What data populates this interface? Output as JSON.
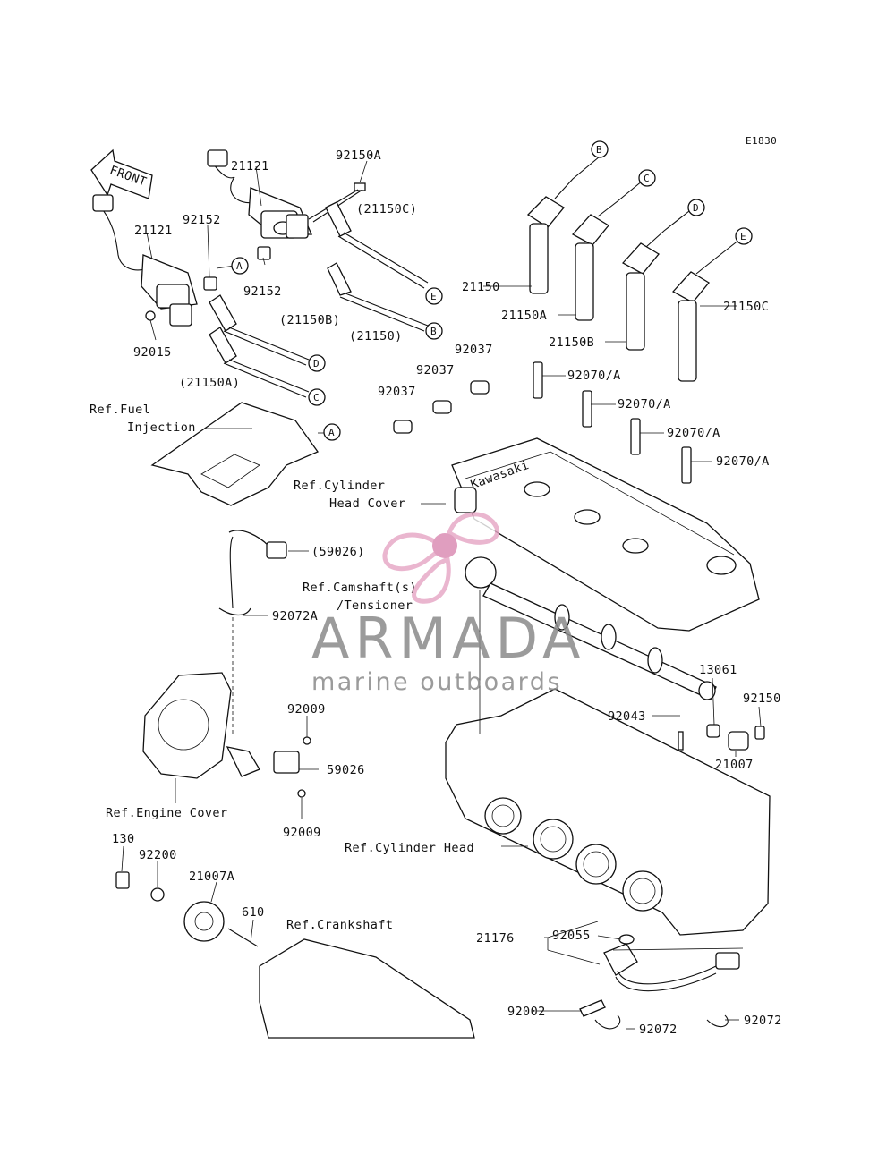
{
  "diagram": {
    "code": "E1830",
    "front_label": "FRONT",
    "labels": {
      "l21121a": "21121",
      "l21121b": "21121",
      "l92150a": "92150A",
      "l21150c_p": "(21150C)",
      "l92152a": "92152",
      "l92152b": "92152",
      "l21150b_p": "(21150B)",
      "l21150_p": "(21150)",
      "l92015": "92015",
      "l21150a_p": "(21150A)",
      "l21150": "21150",
      "l21150a": "21150A",
      "l21150b": "21150B",
      "l21150c": "21150C",
      "l92037a": "92037",
      "l92037b": "92037",
      "l92037c": "92037",
      "l92070a": "92070/A",
      "l92070b": "92070/A",
      "l92070c": "92070/A",
      "l92070d": "92070/A",
      "ref_fuel1": "Ref.Fuel",
      "ref_fuel2": "Injection",
      "ref_chc1": "Ref.Cylinder",
      "ref_chc2": "Head Cover",
      "l59026_p": "(59026)",
      "ref_cam1": "Ref.Camshaft(s)",
      "ref_cam2": "/Tensioner",
      "l92072a": "92072A",
      "l13061": "13061",
      "l92150": "92150",
      "l92043": "92043",
      "l21007": "21007",
      "l92009a": "92009",
      "l59026": "59026",
      "l92009b": "92009",
      "ref_engine": "Ref.Engine Cover",
      "ref_head": "Ref.Cylinder Head",
      "l130": "130",
      "l92200": "92200",
      "l21007a": "21007A",
      "l610": "610",
      "ref_crank": "Ref.Crankshaft",
      "l21176": "21176",
      "l92055": "92055",
      "l92002": "92002",
      "l92072b": "92072",
      "l92072c": "92072"
    },
    "callouts": {
      "A": "A",
      "B": "B",
      "C": "C",
      "D": "D",
      "E": "E"
    },
    "watermark": {
      "brand": "ARMADA",
      "subtitle": "marine outboards",
      "colors": {
        "gray": "#8a8a8a",
        "pink": "#e6a4c4",
        "pink_dark": "#d987b0"
      }
    }
  }
}
